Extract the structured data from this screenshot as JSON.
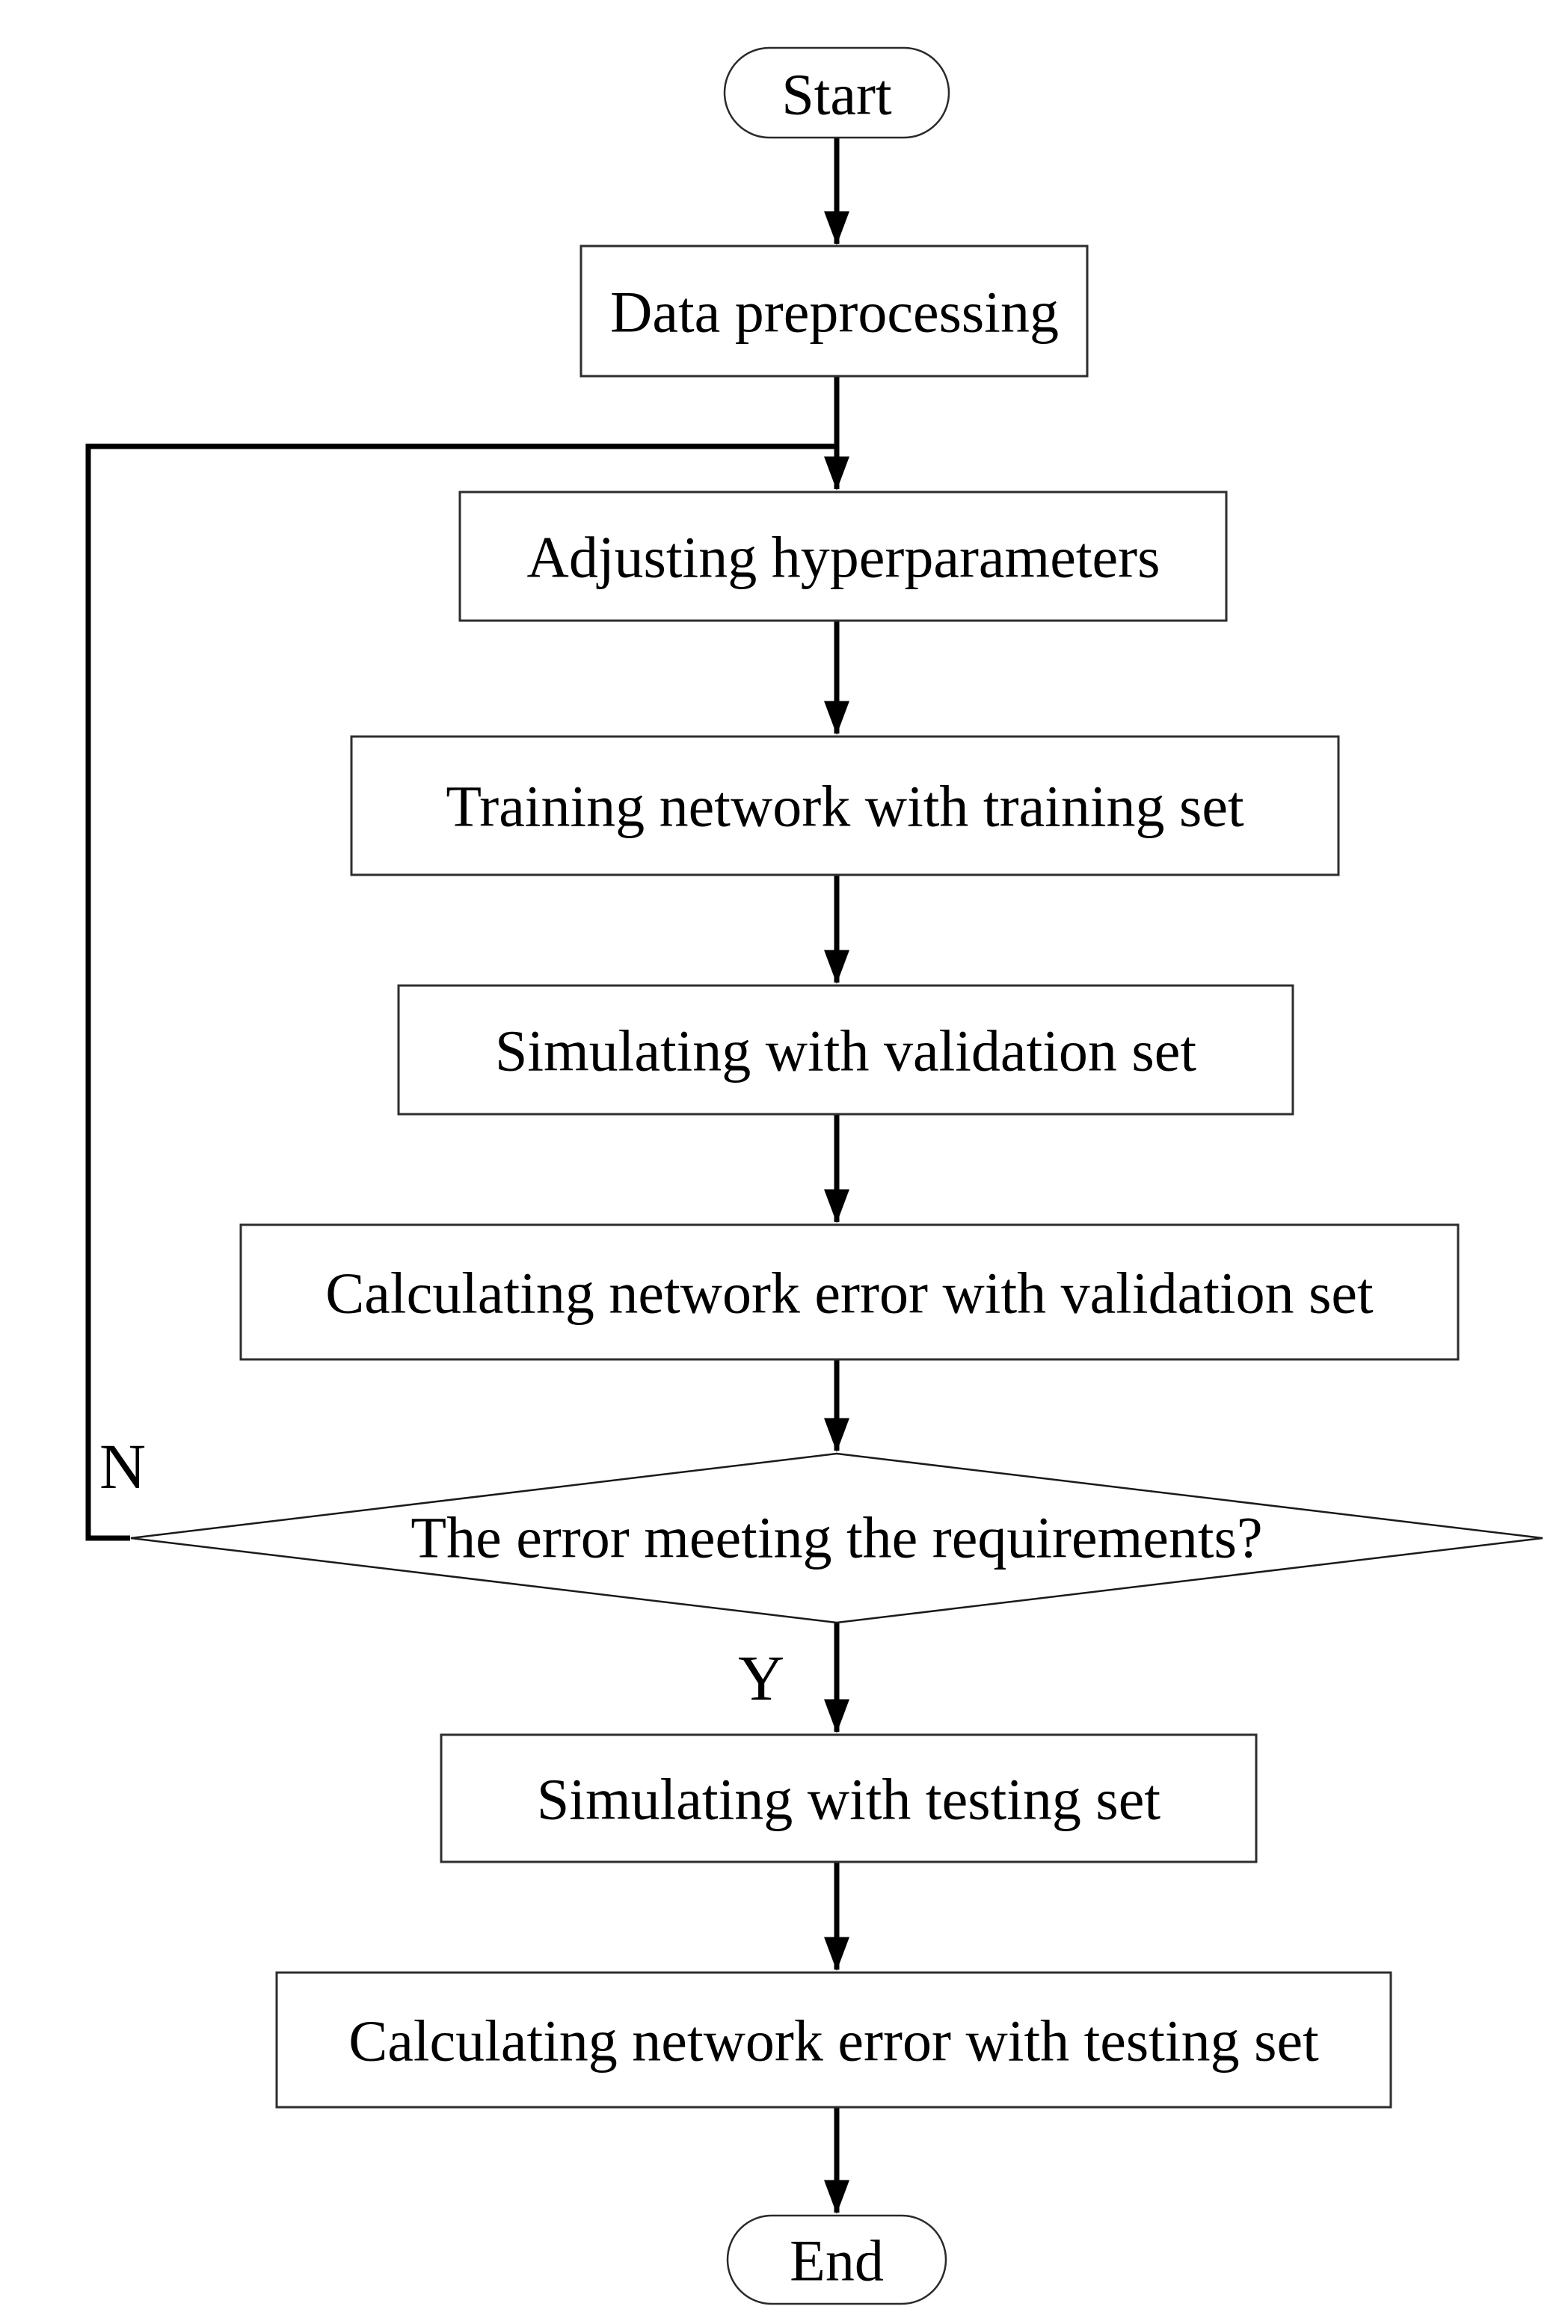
{
  "diagram": {
    "type": "flowchart",
    "colors": {
      "background": "#ffffff",
      "stroke": "#000000",
      "text": "#000000",
      "node_fill": "#ffffff"
    },
    "nodes": [
      {
        "id": "start",
        "type": "terminator",
        "label": "Start"
      },
      {
        "id": "data-preprocessing",
        "type": "process",
        "label": "Data preprocessing"
      },
      {
        "id": "adjusting-hyperparameters",
        "type": "process",
        "label": "Adjusting hyperparameters"
      },
      {
        "id": "training-network",
        "type": "process",
        "label": "Training network with training set"
      },
      {
        "id": "simulating-validation",
        "type": "process",
        "label": "Simulating with validation set"
      },
      {
        "id": "calculating-validation-error",
        "type": "process",
        "label": "Calculating network error with validation set"
      },
      {
        "id": "error-decision",
        "type": "decision",
        "label": "The error meeting the requirements?"
      },
      {
        "id": "simulating-testing",
        "type": "process",
        "label": "Simulating with testing set"
      },
      {
        "id": "calculating-testing-error",
        "type": "process",
        "label": "Calculating network error with testing set"
      },
      {
        "id": "end",
        "type": "terminator",
        "label": "End"
      }
    ],
    "edges": [
      {
        "from": "start",
        "to": "data-preprocessing",
        "label": ""
      },
      {
        "from": "data-preprocessing",
        "to": "adjusting-hyperparameters",
        "label": ""
      },
      {
        "from": "adjusting-hyperparameters",
        "to": "training-network",
        "label": ""
      },
      {
        "from": "training-network",
        "to": "simulating-validation",
        "label": ""
      },
      {
        "from": "simulating-validation",
        "to": "calculating-validation-error",
        "label": ""
      },
      {
        "from": "calculating-validation-error",
        "to": "error-decision",
        "label": ""
      },
      {
        "from": "error-decision",
        "to": "simulating-testing",
        "label": "Y"
      },
      {
        "from": "error-decision",
        "to": "adjusting-hyperparameters",
        "label": "N"
      },
      {
        "from": "simulating-testing",
        "to": "calculating-testing-error",
        "label": ""
      },
      {
        "from": "calculating-testing-error",
        "to": "end",
        "label": ""
      }
    ]
  }
}
